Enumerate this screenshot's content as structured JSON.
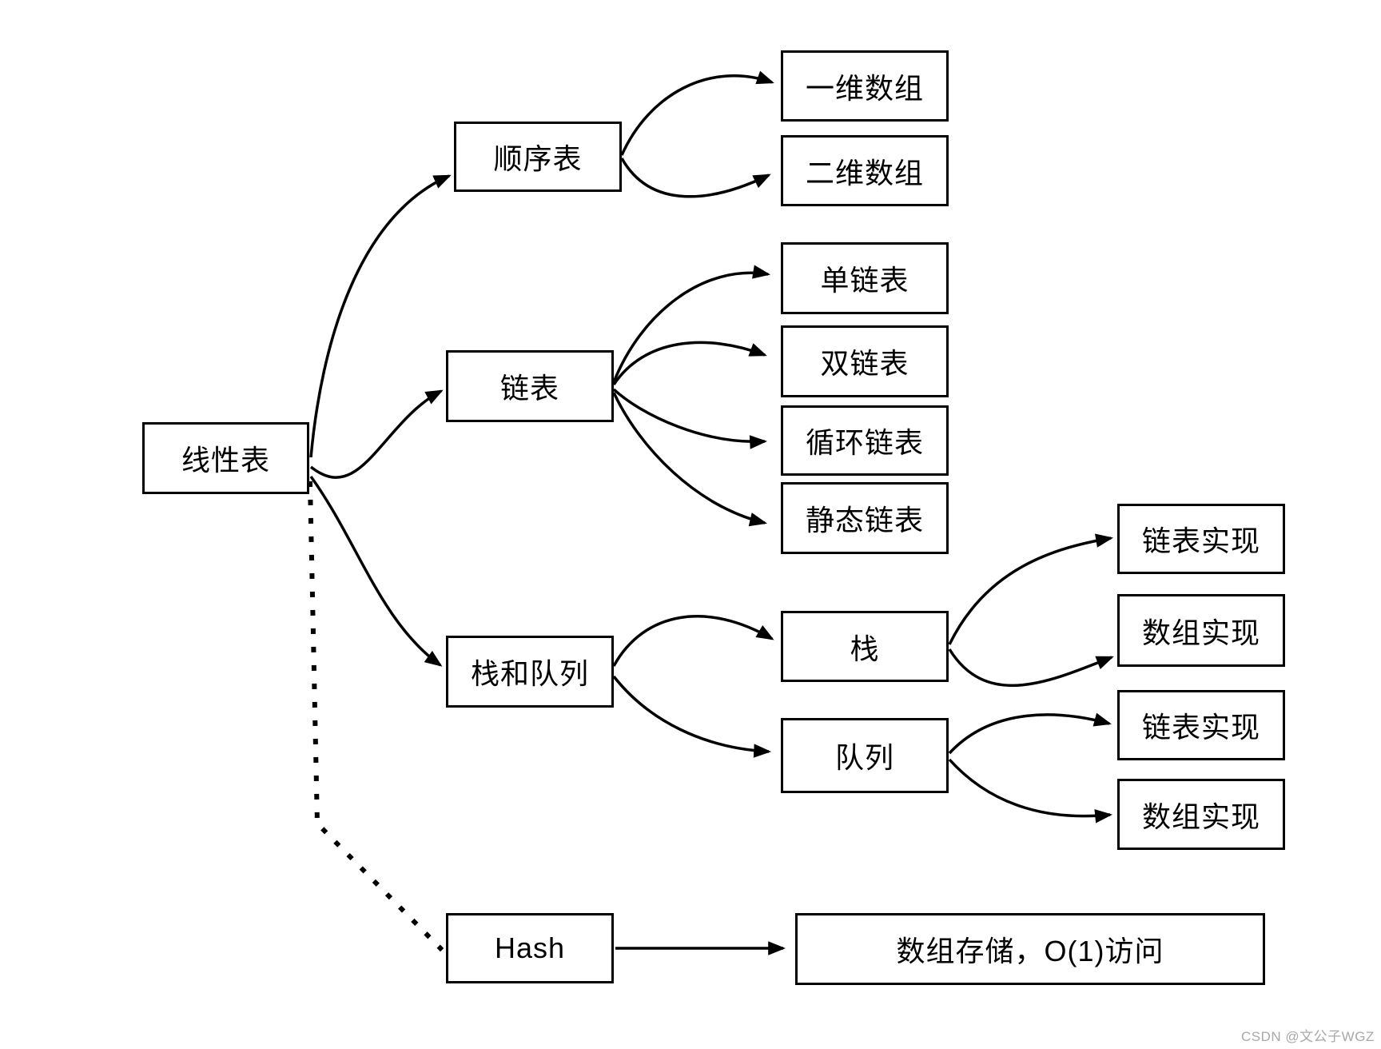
{
  "diagram": {
    "background": "#ffffff",
    "stroke_color": "#000000",
    "nodes": {
      "linear": {
        "label": "线性表"
      },
      "seq": {
        "label": "顺序表"
      },
      "arr1d": {
        "label": "一维数组"
      },
      "arr2d": {
        "label": "二维数组"
      },
      "linked": {
        "label": "链表"
      },
      "slist": {
        "label": "单链表"
      },
      "dlist": {
        "label": "双链表"
      },
      "clist": {
        "label": "循环链表"
      },
      "stlist": {
        "label": "静态链表"
      },
      "sq": {
        "label": "栈和队列"
      },
      "stack": {
        "label": "栈"
      },
      "queue": {
        "label": "队列"
      },
      "stack_ll": {
        "label": "链表实现"
      },
      "stack_arr": {
        "label": "数组实现"
      },
      "queue_ll": {
        "label": "链表实现"
      },
      "queue_arr": {
        "label": "数组实现"
      },
      "hash": {
        "label": "Hash"
      },
      "hash_note": {
        "label": "数组存储，O(1)访问"
      }
    },
    "edges": [
      {
        "from": "linear",
        "to": "seq",
        "style": "solid"
      },
      {
        "from": "linear",
        "to": "linked",
        "style": "solid"
      },
      {
        "from": "linear",
        "to": "sq",
        "style": "solid"
      },
      {
        "from": "linear",
        "to": "hash",
        "style": "dotted"
      },
      {
        "from": "seq",
        "to": "arr1d",
        "style": "solid"
      },
      {
        "from": "seq",
        "to": "arr2d",
        "style": "solid"
      },
      {
        "from": "linked",
        "to": "slist",
        "style": "solid"
      },
      {
        "from": "linked",
        "to": "dlist",
        "style": "solid"
      },
      {
        "from": "linked",
        "to": "clist",
        "style": "solid"
      },
      {
        "from": "linked",
        "to": "stlist",
        "style": "solid"
      },
      {
        "from": "sq",
        "to": "stack",
        "style": "solid"
      },
      {
        "from": "sq",
        "to": "queue",
        "style": "solid"
      },
      {
        "from": "stack",
        "to": "stack_ll",
        "style": "solid"
      },
      {
        "from": "stack",
        "to": "stack_arr",
        "style": "solid"
      },
      {
        "from": "queue",
        "to": "queue_ll",
        "style": "solid"
      },
      {
        "from": "queue",
        "to": "queue_arr",
        "style": "solid"
      },
      {
        "from": "hash",
        "to": "hash_note",
        "style": "solid"
      }
    ],
    "watermark": "CSDN @文公子WGZ"
  }
}
